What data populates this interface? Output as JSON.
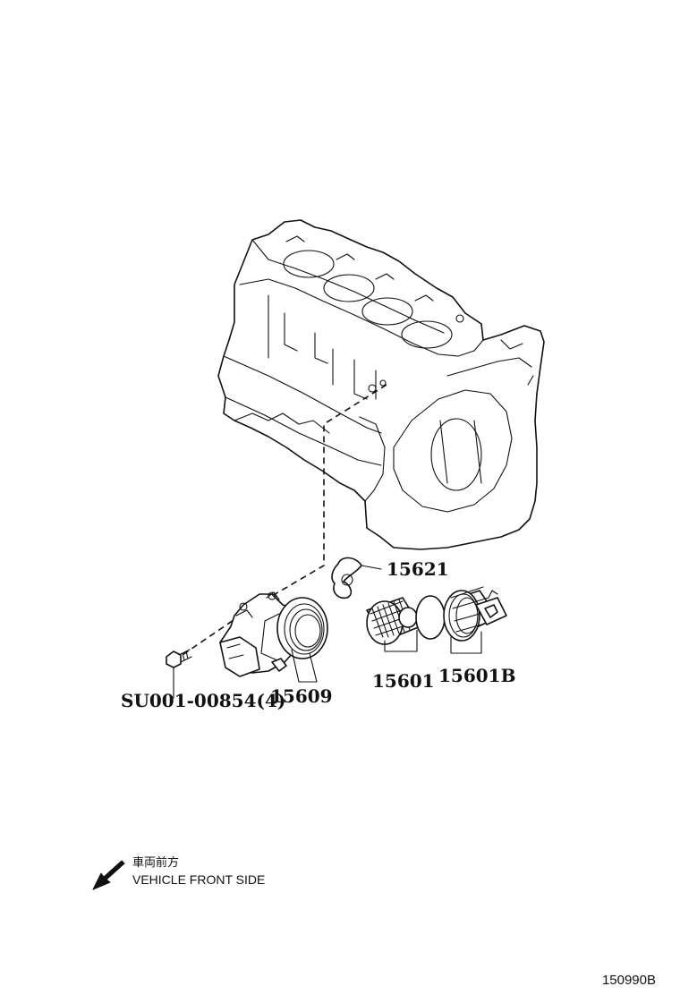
{
  "labels": {
    "oil_filter_gasket": "15621",
    "oil_filter_element": "15601",
    "oil_filter_cap": "15601B",
    "oil_filter_bracket": "15609",
    "bolt": "SU001-00854(4)"
  },
  "caption": {
    "jp": "車両前方",
    "en": "VEHICLE FRONT SIDE"
  },
  "drawing_id": "150990B",
  "icons": {
    "front_arrow": "arrow-down-left-icon"
  },
  "colors": {
    "line": "#111111",
    "background": "#ffffff"
  }
}
